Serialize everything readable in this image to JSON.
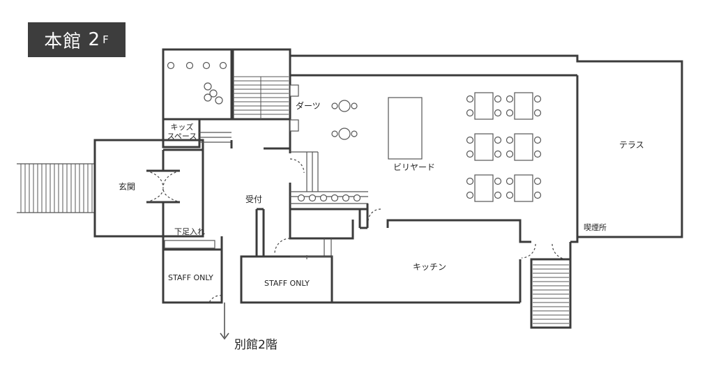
{
  "floor": {
    "name": "本館",
    "level": "2",
    "unit": "F"
  },
  "rooms": {
    "terrace": "テラス",
    "darts": "ダーツ",
    "billiards": "ビリヤード",
    "kids_space": "キッズ\nスペース",
    "entrance": "玄関",
    "reception": "受付",
    "shoe_box": "下足入れ",
    "staff_only_left": "STAFF ONLY",
    "staff_only_center": "STAFF ONLY",
    "kitchen": "キッチン",
    "smoking_area": "喫煙所"
  },
  "direction": {
    "annex": "別館2階"
  },
  "colors": {
    "walls": "#3b3b3b",
    "badge_bg": "#3d3d3d",
    "badge_text": "#ffffff"
  }
}
